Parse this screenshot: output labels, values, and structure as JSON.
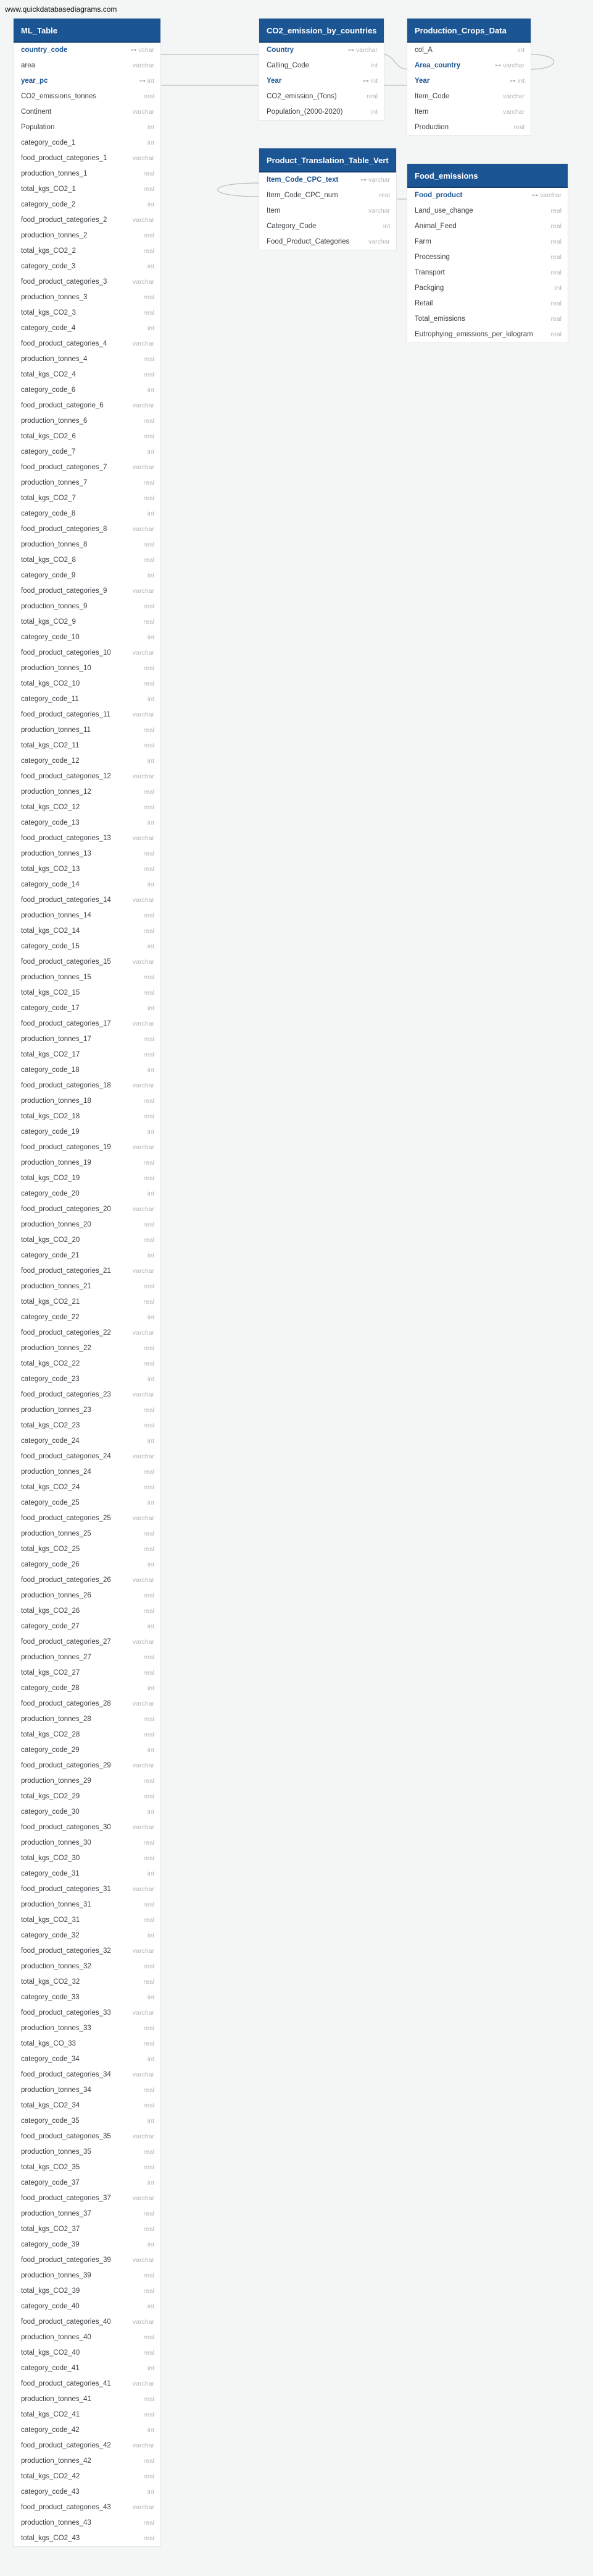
{
  "watermark": "www.quickdatabasediagrams.com",
  "tables": {
    "ml_table": {
      "title": "ML_Table",
      "fields": [
        {
          "name": "country_code",
          "type": "vchar",
          "key": "pk"
        },
        {
          "name": "area",
          "type": "varchar"
        },
        {
          "name": "year_pc",
          "type": "int",
          "key": "pk"
        },
        {
          "name": "CO2_emissions_tonnes",
          "type": "real"
        },
        {
          "name": "Continent",
          "type": "varchar"
        },
        {
          "name": "Population",
          "type": "int"
        },
        {
          "name": "category_code_1",
          "type": "int"
        },
        {
          "name": "food_product_categories_1",
          "type": "varchar"
        },
        {
          "name": "production_tonnes_1",
          "type": "real"
        },
        {
          "name": "total_kgs_CO2_1",
          "type": "real"
        },
        {
          "name": "category_code_2",
          "type": "int"
        },
        {
          "name": "food_product_categories_2",
          "type": "varchar"
        },
        {
          "name": "production_tonnes_2",
          "type": "real"
        },
        {
          "name": "total_kgs_CO2_2",
          "type": "real"
        },
        {
          "name": "category_code_3",
          "type": "int"
        },
        {
          "name": "food_product_categories_3",
          "type": "varchar"
        },
        {
          "name": "production_tonnes_3",
          "type": "real"
        },
        {
          "name": "total_kgs_CO2_3",
          "type": "real"
        },
        {
          "name": "category_code_4",
          "type": "int"
        },
        {
          "name": "food_product_categories_4",
          "type": "varchar"
        },
        {
          "name": "production_tonnes_4",
          "type": "real"
        },
        {
          "name": "total_kgs_CO2_4",
          "type": "real"
        },
        {
          "name": "category_code_6",
          "type": "int"
        },
        {
          "name": "food_product_categorie_6",
          "type": "varchar"
        },
        {
          "name": "production_tonnes_6",
          "type": "real"
        },
        {
          "name": "total_kgs_CO2_6",
          "type": "real"
        },
        {
          "name": "category_code_7",
          "type": "int"
        },
        {
          "name": "food_product_categories_7",
          "type": "varchar"
        },
        {
          "name": "production_tonnes_7",
          "type": "real"
        },
        {
          "name": "total_kgs_CO2_7",
          "type": "real"
        },
        {
          "name": "category_code_8",
          "type": "int"
        },
        {
          "name": "food_product_categories_8",
          "type": "varchar"
        },
        {
          "name": "production_tonnes_8",
          "type": "real"
        },
        {
          "name": "total_kgs_CO2_8",
          "type": "real"
        },
        {
          "name": "category_code_9",
          "type": "int"
        },
        {
          "name": "food_product_categories_9",
          "type": "varchar"
        },
        {
          "name": "production_tonnes_9",
          "type": "real"
        },
        {
          "name": "total_kgs_CO2_9",
          "type": "real"
        },
        {
          "name": "category_code_10",
          "type": "int"
        },
        {
          "name": "food_product_categories_10",
          "type": "varchar"
        },
        {
          "name": "production_tonnes_10",
          "type": "real"
        },
        {
          "name": "total_kgs_CO2_10",
          "type": "real"
        },
        {
          "name": "category_code_11",
          "type": "int"
        },
        {
          "name": "food_product_categories_11",
          "type": "varchar"
        },
        {
          "name": "production_tonnes_11",
          "type": "real"
        },
        {
          "name": "total_kgs_CO2_11",
          "type": "real"
        },
        {
          "name": "category_code_12",
          "type": "int"
        },
        {
          "name": "food_product_categories_12",
          "type": "varchar"
        },
        {
          "name": "production_tonnes_12",
          "type": "real"
        },
        {
          "name": "total_kgs_CO2_12",
          "type": "real"
        },
        {
          "name": "category_code_13",
          "type": "int"
        },
        {
          "name": "food_product_categories_13",
          "type": "varchar"
        },
        {
          "name": "production_tonnes_13",
          "type": "real"
        },
        {
          "name": "total_kgs_CO2_13",
          "type": "real"
        },
        {
          "name": "category_code_14",
          "type": "int"
        },
        {
          "name": "food_product_categories_14",
          "type": "varchar"
        },
        {
          "name": "production_tonnes_14",
          "type": "real"
        },
        {
          "name": "total_kgs_CO2_14",
          "type": "real"
        },
        {
          "name": "category_code_15",
          "type": "int"
        },
        {
          "name": "food_product_categories_15",
          "type": "varchar"
        },
        {
          "name": "production_tonnes_15",
          "type": "real"
        },
        {
          "name": "total_kgs_CO2_15",
          "type": "real"
        },
        {
          "name": "category_code_17",
          "type": "int"
        },
        {
          "name": "food_product_categories_17",
          "type": "varchar"
        },
        {
          "name": "production_tonnes_17",
          "type": "real"
        },
        {
          "name": "total_kgs_CO2_17",
          "type": "real"
        },
        {
          "name": "category_code_18",
          "type": "int"
        },
        {
          "name": "food_product_categories_18",
          "type": "varchar"
        },
        {
          "name": "production_tonnes_18",
          "type": "real"
        },
        {
          "name": "total_kgs_CO2_18",
          "type": "real"
        },
        {
          "name": "category_code_19",
          "type": "int"
        },
        {
          "name": "food_product_categories_19",
          "type": "varchar"
        },
        {
          "name": "production_tonnes_19",
          "type": "real"
        },
        {
          "name": "total_kgs_CO2_19",
          "type": "real"
        },
        {
          "name": "category_code_20",
          "type": "int"
        },
        {
          "name": "food_product_categories_20",
          "type": "varchar"
        },
        {
          "name": "production_tonnes_20",
          "type": "real"
        },
        {
          "name": "total_kgs_CO2_20",
          "type": "real"
        },
        {
          "name": "category_code_21",
          "type": "int"
        },
        {
          "name": "food_product_categories_21",
          "type": "varchar"
        },
        {
          "name": "production_tonnes_21",
          "type": "real"
        },
        {
          "name": "total_kgs_CO2_21",
          "type": "real"
        },
        {
          "name": "category_code_22",
          "type": "int"
        },
        {
          "name": "food_product_categories_22",
          "type": "varchar"
        },
        {
          "name": "production_tonnes_22",
          "type": "real"
        },
        {
          "name": "total_kgs_CO2_22",
          "type": "real"
        },
        {
          "name": "category_code_23",
          "type": "int"
        },
        {
          "name": "food_product_categories_23",
          "type": "varchar"
        },
        {
          "name": "production_tonnes_23",
          "type": "real"
        },
        {
          "name": "total_kgs_CO2_23",
          "type": "real"
        },
        {
          "name": "category_code_24",
          "type": "int"
        },
        {
          "name": "food_product_categories_24",
          "type": "varchar"
        },
        {
          "name": "production_tonnes_24",
          "type": "real"
        },
        {
          "name": "total_kgs_CO2_24",
          "type": "real"
        },
        {
          "name": "category_code_25",
          "type": "int"
        },
        {
          "name": "food_product_categories_25",
          "type": "varchar"
        },
        {
          "name": "production_tonnes_25",
          "type": "real"
        },
        {
          "name": "total_kgs_CO2_25",
          "type": "real"
        },
        {
          "name": "category_code_26",
          "type": "int"
        },
        {
          "name": "food_product_categories_26",
          "type": "varchar"
        },
        {
          "name": "production_tonnes_26",
          "type": "real"
        },
        {
          "name": "total_kgs_CO2_26",
          "type": "real"
        },
        {
          "name": "category_code_27",
          "type": "int"
        },
        {
          "name": "food_product_categories_27",
          "type": "varchar"
        },
        {
          "name": "production_tonnes_27",
          "type": "real"
        },
        {
          "name": "total_kgs_CO2_27",
          "type": "real"
        },
        {
          "name": "category_code_28",
          "type": "int"
        },
        {
          "name": "food_product_categories_28",
          "type": "varchar"
        },
        {
          "name": "production_tonnes_28",
          "type": "real"
        },
        {
          "name": "total_kgs_CO2_28",
          "type": "real"
        },
        {
          "name": "category_code_29",
          "type": "int"
        },
        {
          "name": "food_product_categories_29",
          "type": "varchar"
        },
        {
          "name": "production_tonnes_29",
          "type": "real"
        },
        {
          "name": "total_kgs_CO2_29",
          "type": "real"
        },
        {
          "name": "category_code_30",
          "type": "int"
        },
        {
          "name": "food_product_categories_30",
          "type": "varchar"
        },
        {
          "name": "production_tonnes_30",
          "type": "real"
        },
        {
          "name": "total_kgs_CO2_30",
          "type": "real"
        },
        {
          "name": "category_code_31",
          "type": "int"
        },
        {
          "name": "food_product_categories_31",
          "type": "varchar"
        },
        {
          "name": "production_tonnes_31",
          "type": "real"
        },
        {
          "name": "total_kgs_CO2_31",
          "type": "real"
        },
        {
          "name": "category_code_32",
          "type": "int"
        },
        {
          "name": "food_product_categories_32",
          "type": "varchar"
        },
        {
          "name": "production_tonnes_32",
          "type": "real"
        },
        {
          "name": "total_kgs_CO2_32",
          "type": "real"
        },
        {
          "name": "category_code_33",
          "type": "int"
        },
        {
          "name": "food_product_categories_33",
          "type": "varchar"
        },
        {
          "name": "production_tonnes_33",
          "type": "real"
        },
        {
          "name": "total_kgs_CO_33",
          "type": "real"
        },
        {
          "name": "category_code_34",
          "type": "int"
        },
        {
          "name": "food_product_categories_34",
          "type": "varchar"
        },
        {
          "name": "production_tonnes_34",
          "type": "real"
        },
        {
          "name": "total_kgs_CO2_34",
          "type": "real"
        },
        {
          "name": "category_code_35",
          "type": "int"
        },
        {
          "name": "food_product_categories_35",
          "type": "varchar"
        },
        {
          "name": "production_tonnes_35",
          "type": "real"
        },
        {
          "name": "total_kgs_CO2_35",
          "type": "real"
        },
        {
          "name": "category_code_37",
          "type": "int"
        },
        {
          "name": "food_product_categories_37",
          "type": "varchar"
        },
        {
          "name": "production_tonnes_37",
          "type": "real"
        },
        {
          "name": "total_kgs_CO2_37",
          "type": "real"
        },
        {
          "name": "category_code_39",
          "type": "int"
        },
        {
          "name": "food_product_categories_39",
          "type": "varchar"
        },
        {
          "name": "production_tonnes_39",
          "type": "real"
        },
        {
          "name": "total_kgs_CO2_39",
          "type": "real"
        },
        {
          "name": "category_code_40",
          "type": "int"
        },
        {
          "name": "food_product_categories_40",
          "type": "varchar"
        },
        {
          "name": "production_tonnes_40",
          "type": "real"
        },
        {
          "name": "total_kgs_CO2_40",
          "type": "real"
        },
        {
          "name": "category_code_41",
          "type": "int"
        },
        {
          "name": "food_product_categories_41",
          "type": "varchar"
        },
        {
          "name": "production_tonnes_41",
          "type": "real"
        },
        {
          "name": "total_kgs_CO2_41",
          "type": "real"
        },
        {
          "name": "category_code_42",
          "type": "int"
        },
        {
          "name": "food_product_categories_42",
          "type": "varchar"
        },
        {
          "name": "production_tonnes_42",
          "type": "real"
        },
        {
          "name": "total_kgs_CO2_42",
          "type": "real"
        },
        {
          "name": "category_code_43",
          "type": "int"
        },
        {
          "name": "food_product_categories_43",
          "type": "varchar"
        },
        {
          "name": "production_tonnes_43",
          "type": "real"
        },
        {
          "name": "total_kgs_CO2_43",
          "type": "real"
        }
      ]
    },
    "co2_emission": {
      "title": "CO2_emission_by_countries",
      "fields": [
        {
          "name": "Country",
          "type": "varchar",
          "key": "fk"
        },
        {
          "name": "Calling_Code",
          "type": "int"
        },
        {
          "name": "Year",
          "type": "int",
          "key": "fk"
        },
        {
          "name": "CO2_emission_(Tons)",
          "type": "real"
        },
        {
          "name": "Population_(2000-2020)",
          "type": "int"
        }
      ]
    },
    "production_crops": {
      "title": "Production_Crops_Data",
      "fields": [
        {
          "name": "col_A",
          "type": "int"
        },
        {
          "name": "Area_country",
          "type": "varchar",
          "key": "fk"
        },
        {
          "name": "Year",
          "type": "int",
          "key": "fk"
        },
        {
          "name": "Item_Code",
          "type": "varchar"
        },
        {
          "name": "Item",
          "type": "varchar"
        },
        {
          "name": "Production",
          "type": "real"
        }
      ]
    },
    "product_translation": {
      "title": "Product_Translation_Table_Vert",
      "fields": [
        {
          "name": "Item_Code_CPC_text",
          "type": "varchar",
          "key": "fk"
        },
        {
          "name": "Item_Code_CPC_num",
          "type": "real"
        },
        {
          "name": "Item",
          "type": "varchar"
        },
        {
          "name": "Category_Code",
          "type": "int"
        },
        {
          "name": "Food_Product_Categories",
          "type": "varchar"
        }
      ]
    },
    "food_emissions": {
      "title": "Food_emissions",
      "fields": [
        {
          "name": "Food_product",
          "type": "varchar",
          "key": "fk"
        },
        {
          "name": "Land_use_change",
          "type": "real"
        },
        {
          "name": "Animal_Feed",
          "type": "real"
        },
        {
          "name": "Farm",
          "type": "real"
        },
        {
          "name": "Processing",
          "type": "real"
        },
        {
          "name": "Transport",
          "type": "real"
        },
        {
          "name": "Packging",
          "type": "int"
        },
        {
          "name": "Retail",
          "type": "real"
        },
        {
          "name": "Total_emissions",
          "type": "real"
        },
        {
          "name": "Eutrophying_emissions_per_kilogram",
          "type": "real"
        }
      ]
    }
  },
  "key_labels": {
    "pk": "PK",
    "fk": "FK"
  },
  "colors": {
    "header_bg": "#1c5593",
    "key_text": "#1c5593",
    "background": "#f4f5f5",
    "connector": "#b9bdc2"
  }
}
